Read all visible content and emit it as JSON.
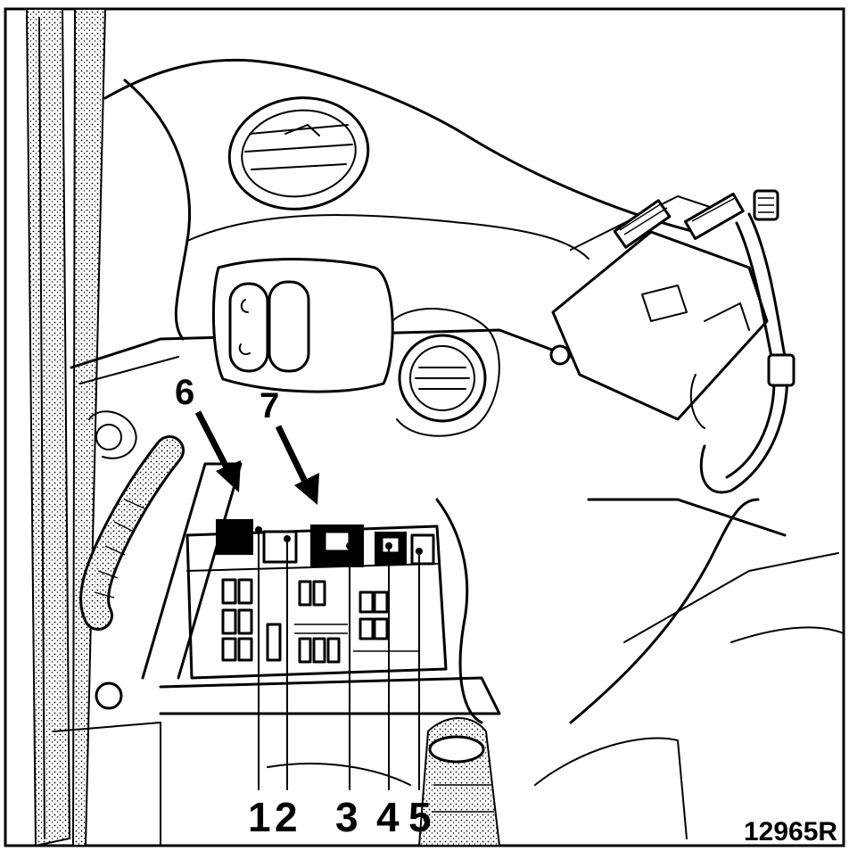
{
  "callouts": [
    {
      "id": "1",
      "label": "1"
    },
    {
      "id": "2",
      "label": "2"
    },
    {
      "id": "3",
      "label": "3"
    },
    {
      "id": "4",
      "label": "4"
    },
    {
      "id": "5",
      "label": "5"
    },
    {
      "id": "6",
      "label": "6"
    },
    {
      "id": "7",
      "label": "7"
    }
  ],
  "figure_ref": "12965R"
}
